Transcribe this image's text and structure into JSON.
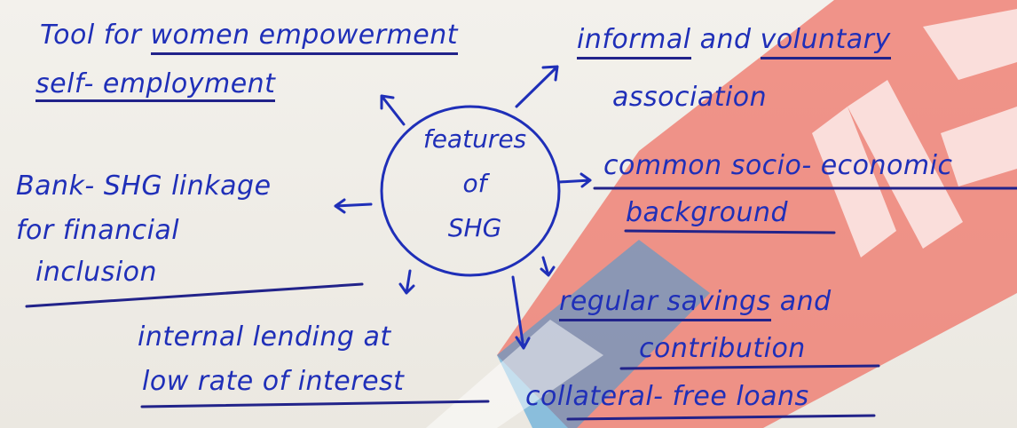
{
  "center": {
    "line1": "features",
    "line2": "of",
    "line3": "SHG"
  },
  "nodes": {
    "tool_line1_a": "Tool for ",
    "tool_line1_b": "women empowerment",
    "tool_line2": "self- employment",
    "informal_a": "informal",
    "informal_b": " and ",
    "informal_c": "voluntary",
    "association": "association",
    "common": "common socio- economic",
    "background": "background",
    "bank_line1": "Bank- SHG linkage",
    "bank_line2": "for financial",
    "bank_line3": "inclusion",
    "internal_line1": "internal lending at",
    "internal_line2": "low rate of interest",
    "regular_a": "regular savings",
    "regular_b": " and",
    "contribution": "contribution",
    "collateral": "collateral- free loans"
  },
  "watermark": {
    "letters": "IAS",
    "colors": {
      "red": "#ef6f63",
      "blue": "#3a9ad8"
    }
  },
  "colors": {
    "ink": "#1f2fb8",
    "underline": "#22238a"
  }
}
